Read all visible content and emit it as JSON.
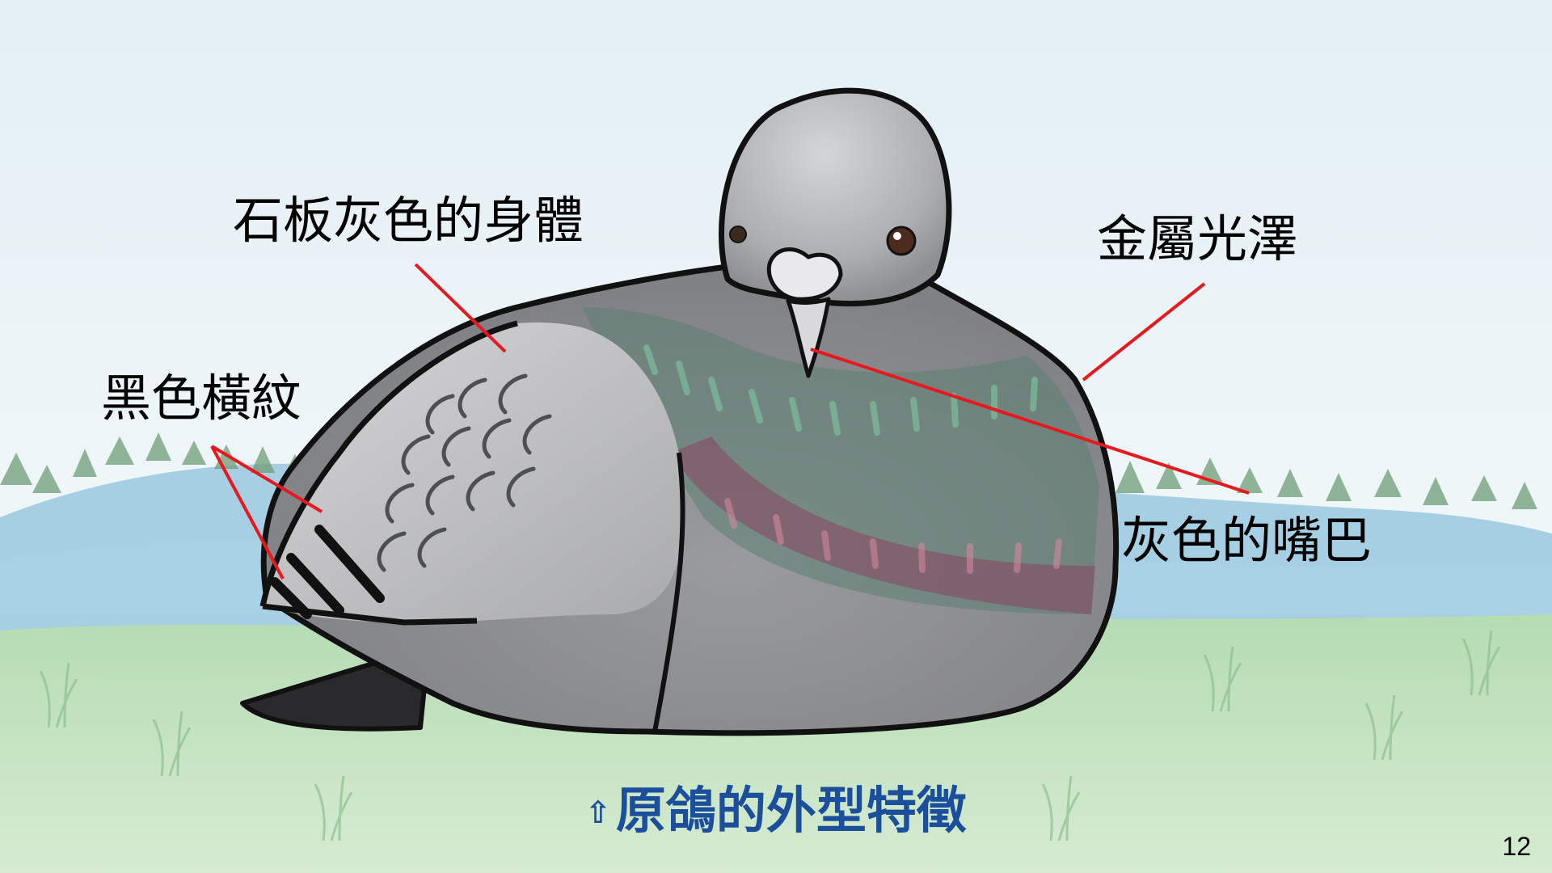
{
  "slide": {
    "labels": {
      "body": "石板灰色的身體",
      "sheen": "金屬光澤",
      "wing_bars": "黑色橫紋",
      "beak": "灰色的嘴巴"
    },
    "caption": {
      "arrow": "⇧",
      "text": "原鴿的外型特徵"
    },
    "page_number": "12"
  },
  "colors": {
    "sky": "#eef5f8",
    "grass": "#a7d3a6",
    "water": "#7fb7d8",
    "pointer_line": "#e8191e",
    "caption": "#1b4f9c",
    "pigeon_body": "#8c8d90",
    "pigeon_wing": "#c9c9cb",
    "iridescent_green": "#4c8a6c",
    "iridescent_purple": "#8a3f5c"
  }
}
